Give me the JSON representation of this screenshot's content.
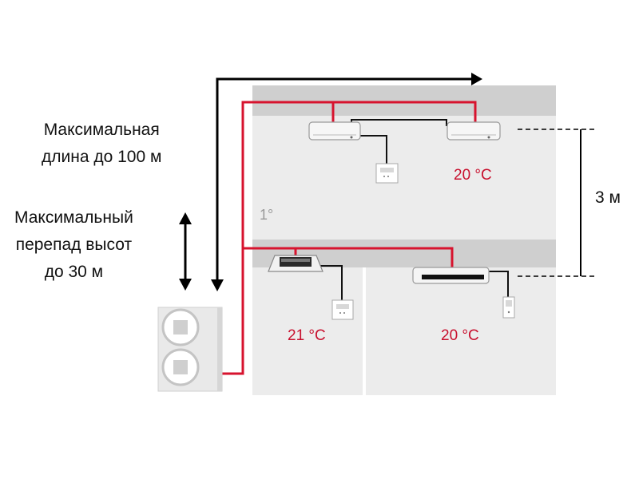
{
  "labels": {
    "max_length": "Максимальная\nдлина до 100 м",
    "max_height": "Максимальный\nперепад высот\nдо 30 м",
    "height_3m": "3 м",
    "floor": "1°"
  },
  "temperatures": {
    "upper_room": "20 °C",
    "lower_left": "21 °C",
    "lower_right": "20 °C"
  },
  "colors": {
    "pipe": "#d7132e",
    "wire": "#111111",
    "slab": "#cfcfcf",
    "room": "#ececec",
    "temp_text": "#c8102e"
  },
  "icons": {
    "outdoor_unit": "outdoor-unit-icon",
    "wall_unit": "wall-mounted-ac-icon",
    "ceiling_cassette": "ceiling-cassette-icon",
    "ducted_unit": "ducted-unit-icon",
    "thermostat": "thermostat-icon"
  }
}
